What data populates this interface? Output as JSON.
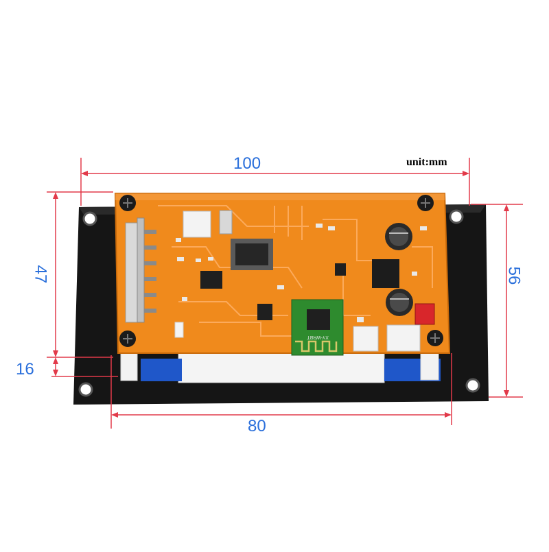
{
  "dimensions": {
    "top_width": "100",
    "bottom_width": "80",
    "left_height": "47",
    "right_height": "56",
    "depth": "16"
  },
  "unit_note": "unit:mm",
  "silkscreen": {
    "bt_module": "XY-WRBT"
  },
  "colors": {
    "dimension_lines": "#e23a4a",
    "dimension_text": "#2a6fdb",
    "pcb": "#f08a1c",
    "bracket": "#151515",
    "bt_module": "#2e8b2e"
  }
}
